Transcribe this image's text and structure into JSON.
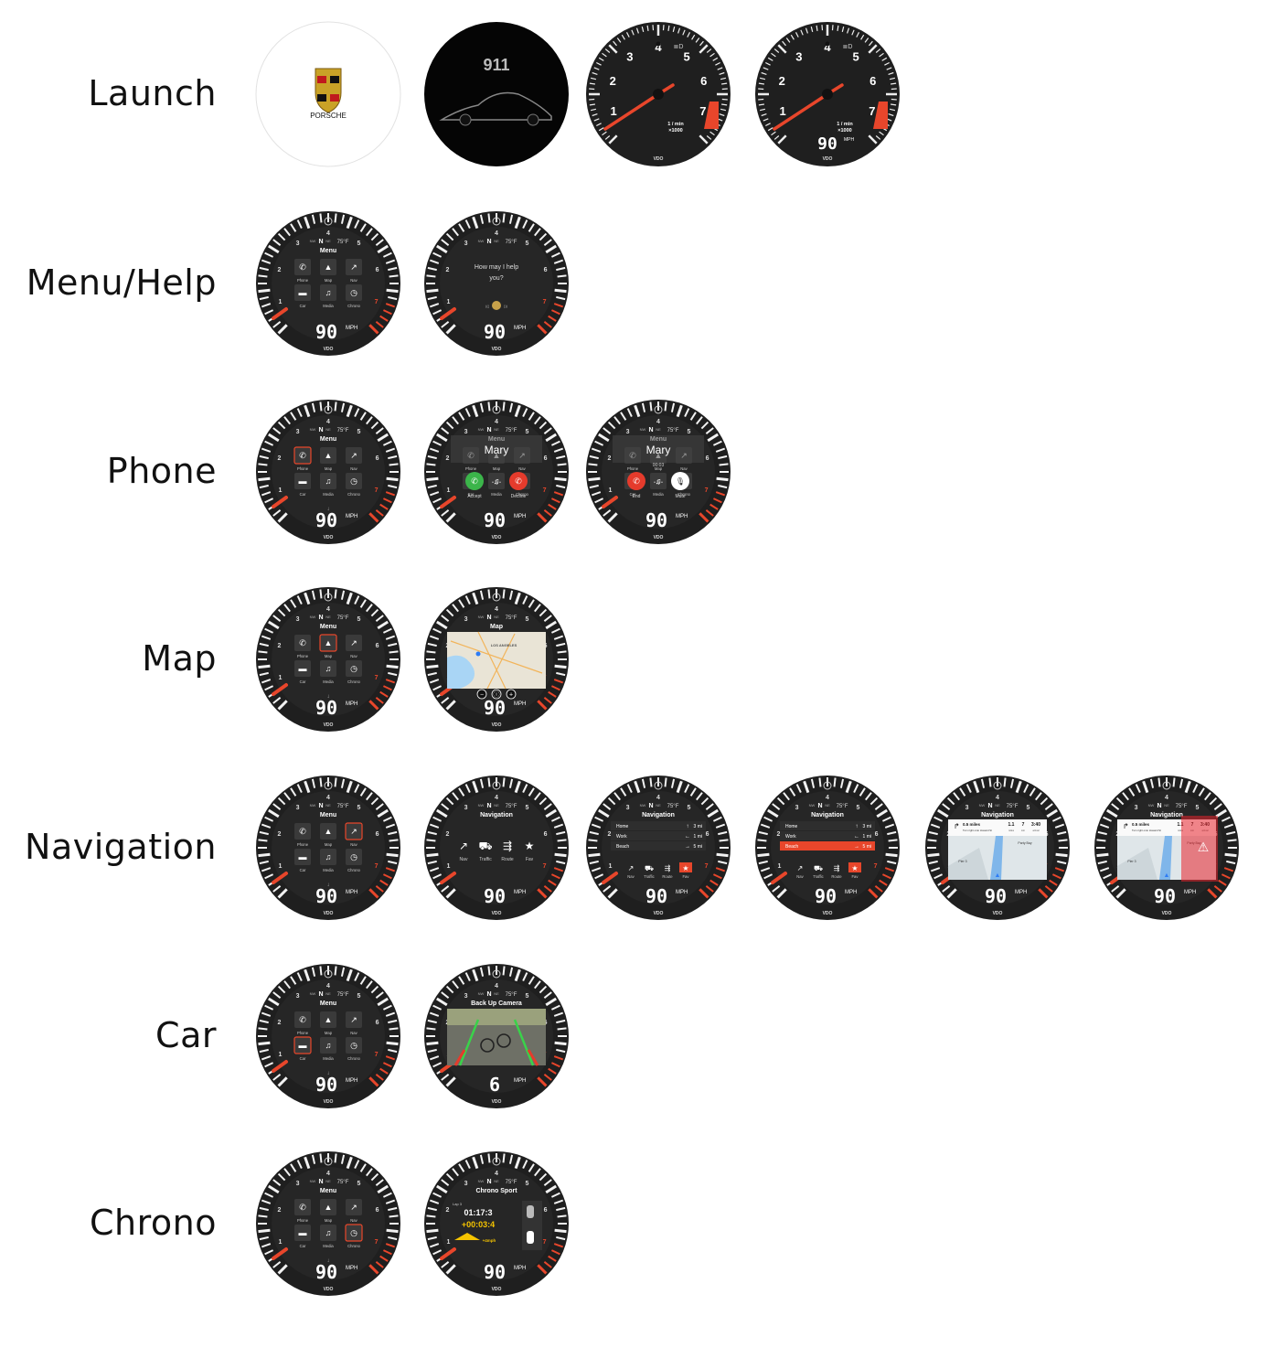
{
  "rows": [
    {
      "label": "Launch",
      "screens": [
        {
          "kind": "porsche-logo",
          "logo_text": "PORSCHE"
        },
        {
          "kind": "911-splash",
          "title": "911"
        },
        {
          "kind": "tacho",
          "unit": "1 / min",
          "scale": "×1000",
          "brand": "VDO",
          "speed": ""
        },
        {
          "kind": "tacho",
          "unit": "1 / min",
          "scale": "×1000",
          "brand": "VDO",
          "speed": "90",
          "speed_unit": "MPH"
        }
      ]
    },
    {
      "label": "Menu/Help",
      "screens": [
        {
          "kind": "menu",
          "title": "Menu",
          "selected": "",
          "speed": "90"
        },
        {
          "kind": "help",
          "prompt": "How may I help you?",
          "speed": "90"
        }
      ]
    },
    {
      "label": "Phone",
      "screens": [
        {
          "kind": "menu",
          "title": "Menu",
          "selected": "Phone",
          "speed": "90"
        },
        {
          "kind": "call-incoming",
          "caller": "Mary",
          "accept": "Accept",
          "decline": "Decline",
          "speed": "90"
        },
        {
          "kind": "call-active",
          "caller": "Mary",
          "timer": "00:03",
          "end": "End",
          "mute": "Mute",
          "speed": "90"
        }
      ]
    },
    {
      "label": "Map",
      "screens": [
        {
          "kind": "menu",
          "title": "Menu",
          "selected": "Map",
          "speed": "90"
        },
        {
          "kind": "map",
          "title": "Map",
          "city": "LOS ANGELES",
          "speed": "90"
        }
      ]
    },
    {
      "label": "Navigation",
      "screens": [
        {
          "kind": "menu",
          "title": "Menu",
          "selected": "Nav",
          "speed": "90"
        },
        {
          "kind": "nav-menu",
          "title": "Navigation",
          "speed": "90"
        },
        {
          "kind": "nav-list",
          "title": "Navigation",
          "highlight": "",
          "speed": "90"
        },
        {
          "kind": "nav-list",
          "title": "Navigation",
          "highlight": "Beach",
          "speed": "90"
        },
        {
          "kind": "nav-route",
          "title": "Navigation",
          "alert": false,
          "speed": "90"
        },
        {
          "kind": "nav-route",
          "title": "Navigation",
          "alert": true,
          "speed": "90"
        }
      ]
    },
    {
      "label": "Car",
      "screens": [
        {
          "kind": "menu",
          "title": "Menu",
          "selected": "Car",
          "speed": "90"
        },
        {
          "kind": "camera",
          "title": "Back Up Camera",
          "speed": "6"
        }
      ]
    },
    {
      "label": "Chrono",
      "screens": [
        {
          "kind": "menu",
          "title": "Menu",
          "selected": "Chrono",
          "speed": "90"
        },
        {
          "kind": "chrono",
          "title": "Chrono Sport",
          "lap": "Lap 3",
          "time": "01:17:3",
          "delta": "+00:03:4",
          "gain": "+4mph",
          "speed": "90"
        }
      ]
    }
  ],
  "menu_items": [
    "Phone",
    "Map",
    "Nav",
    "Car",
    "Media",
    "Chrono"
  ],
  "nav_items": [
    "Nav",
    "Traffic",
    "Route",
    "Fav"
  ],
  "destinations": [
    {
      "name": "Home",
      "dist": "3 mi",
      "arrow": "↑"
    },
    {
      "name": "Work",
      "dist": "1 mi",
      "arrow": "←"
    },
    {
      "name": "Beach",
      "dist": "5 mi",
      "arrow": "→"
    }
  ],
  "route": {
    "distance": "0.5 miles",
    "instruction": "Turn right onto Howard St",
    "miles": "1.1",
    "miles_label": "miles",
    "minutes": "7",
    "minutes_label": "min",
    "arrival": "3:40",
    "arrival_label": "arrival",
    "street": "Party Bay",
    "pier": "Pier 3"
  },
  "dial_header": {
    "compass": "N",
    "compass_left": "NW",
    "compass_right": "NE",
    "temp": "75°F"
  },
  "speed_unit": "MPH",
  "brand": "VDO",
  "colors": {
    "accent": "#e8462b",
    "bezel": "#1f1f1f",
    "face": "#262626",
    "tick": "#f2f2f2",
    "red_zone": "#e8462b",
    "accept": "#3bb54a",
    "decline": "#e53b2c",
    "chrono_yellow": "#f5c400"
  }
}
